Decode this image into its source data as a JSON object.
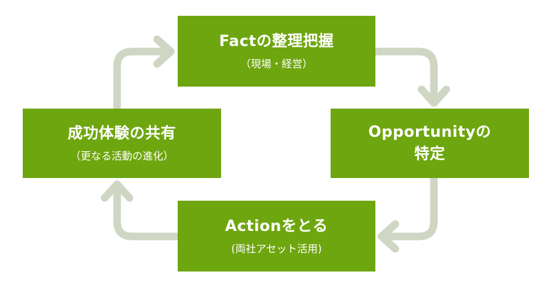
{
  "colors": {
    "box_fill": "#6ea60f",
    "box_text": "#ffffff",
    "arrow": "#cfd6c3"
  },
  "fact": {
    "title": "Factの整理把握",
    "subtitle": "（現場・経営）"
  },
  "opportunity": {
    "title_line1": "Opportunityの",
    "title_line2": "特定"
  },
  "action": {
    "title": "Actionをとる",
    "subtitle": "(両社アセット活用)"
  },
  "share": {
    "title": "成功体験の共有",
    "subtitle": "（更なる活動の進化）"
  }
}
